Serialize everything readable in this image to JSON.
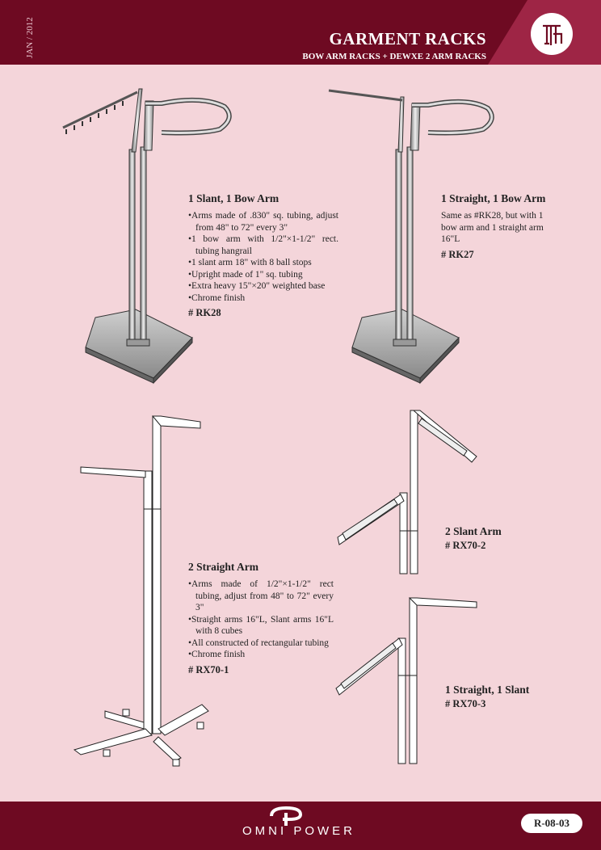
{
  "header": {
    "date": "JAN / 2012",
    "title": "GARMENT RACKS",
    "subtitle": "BOW ARM RACKS + DEWXE 2 ARM RACKS"
  },
  "colors": {
    "header_bg": "#6e0a22",
    "accent": "#9e2545",
    "page_bg": "#f4d5da"
  },
  "products": {
    "rk28": {
      "title": "1 Slant, 1 Bow Arm",
      "features": [
        "Arms made of .830\" sq. tubing, adjust from 48\" to 72\" every 3\"",
        "1 bow arm with 1/2\"×1-1/2\" rect. tubing hangrail",
        "1 slant arm 18\" with 8 ball stops",
        "Upright made of 1\" sq. tubing",
        "Extra heavy 15\"×20\" weighted base",
        "Chrome finish"
      ],
      "sku": "# RK28"
    },
    "rk27": {
      "title": "1 Straight, 1 Bow Arm",
      "description": "Same as #RK28, but with 1 bow arm and 1 straight arm 16\"L",
      "sku": "# RK27"
    },
    "rx70_1": {
      "title": "2 Straight Arm",
      "features": [
        "Arms made of 1/2\"×1-1/2\" rect tubing, adjust from 48\" to 72\" every 3\"",
        "Straight arms 16\"L, Slant arms 16\"L with 8 cubes",
        "All constructed of rectangular tubing",
        "Chrome finish"
      ],
      "sku": "# RX70-1"
    },
    "rx70_2": {
      "title": "2 Slant Arm",
      "sku": "# RX70-2"
    },
    "rx70_3": {
      "title": "1 Straight, 1 Slant",
      "sku": "# RX70-3"
    }
  },
  "footer": {
    "brand": "OMNI POWER",
    "page_code": "R-08-03"
  },
  "icons": [
    "rack-logo-icon",
    "omni-power-logo-icon"
  ]
}
